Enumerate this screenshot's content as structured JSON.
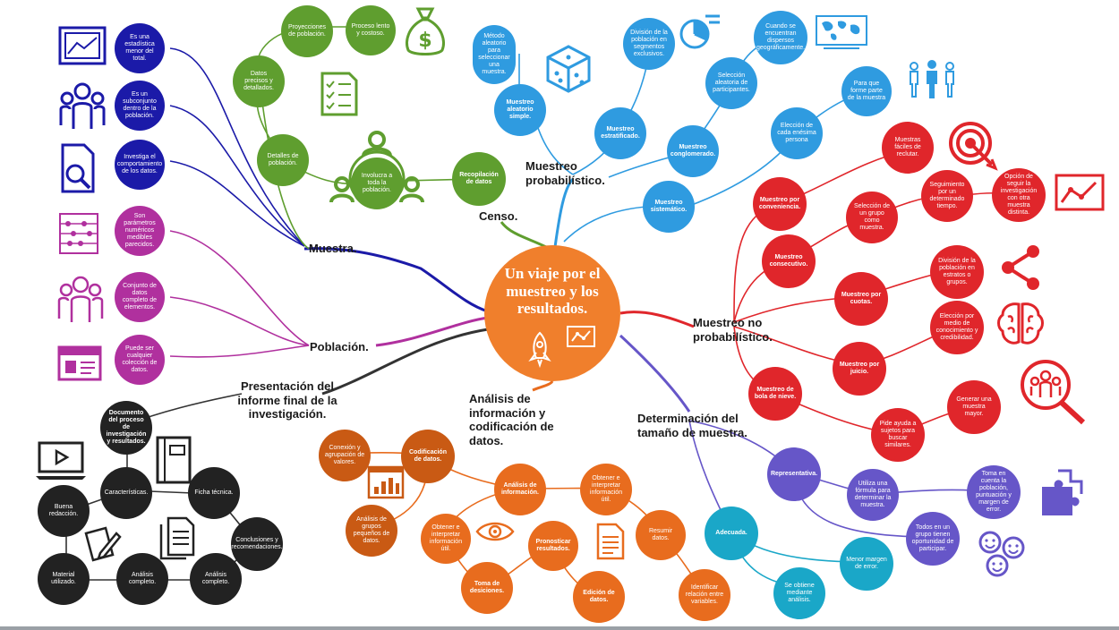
{
  "center": {
    "title": "Un viaje por el muestreo y los resultados."
  },
  "colors": {
    "green": "#5f9e2f",
    "blue": "#2f9be0",
    "red": "#e0262b",
    "navy": "#1b1aa8",
    "magenta": "#b0309e",
    "orange": "#e86c1e",
    "black": "#222222",
    "purple": "#6656c8",
    "teal": "#1aa7c8",
    "center": "#f07f2c"
  },
  "branches": {
    "muestra": "Muestra.",
    "poblacion": "Población.",
    "presentacion": "Presentación del informe final de la investigación.",
    "censo": "Censo.",
    "probabilistico": "Muestreo probabilístico.",
    "no_probabilistico": "Muestreo no probabilístico.",
    "analisis": "Análisis de información y codificación de datos.",
    "tamano": "Determinación del tamaño de muestra."
  },
  "muestra_nodes": [
    "Es una estadística menor del total.",
    "Es un subconjunto dentro de la población.",
    "Investiga el comportamiento de los datos.",
    "Son parámetros numéricos medibles parecidos."
  ],
  "poblacion_nodes": [
    "Conjunto de datos completo de elementos.",
    "Puede ser cualquier colección de datos."
  ],
  "censo_nodes": {
    "proyecciones": "Proyecciones de población.",
    "proceso": "Proceso lento y costoso.",
    "datos_precisos": "Datos precisos y detallados.",
    "detalles": "Detalles de población.",
    "involucra": "Involucra a toda la población.",
    "recopilacion": "Recopilación de datos"
  },
  "prob_nodes": {
    "metodo": "Método aleatorio para seleccionar una muestra.",
    "aleatorio": "Muestreo aleatorio simple.",
    "division": "División de la población en segmentos exclusivos.",
    "estratificado": "Muestreo estratificado.",
    "dispersos": "Cuando se encuentran dispersos geográficamente.",
    "seleccion": "Selección aleatoria de participantes.",
    "conglomerado": "Muestreo conglomerado.",
    "para_que": "Para que forme parte de la muestra",
    "eleccion": "Elección de cada enésima persona",
    "sistematico": "Muestreo sistemático."
  },
  "noprob_nodes": {
    "faciles": "Muestras fáciles de reclutar.",
    "conveniencia": "Muestreo por conveniencia.",
    "seguimiento": "Seguimiento por un determinado tiempo.",
    "opcion": "Opción de seguir la investigación con otra muestra distinta.",
    "seleccion_grupo": "Selección de un grupo como muestra.",
    "consecutivo": "Muestreo consecutivo.",
    "division_estratos": "División de la población en estratos o grupos.",
    "cuotas": "Muestreo por cuotas.",
    "eleccion_medio": "Elección por medio de conocimiento y credibilidad.",
    "juicio": "Muestreo por juicio.",
    "bola": "Muestreo de bola de nieve.",
    "generar": "Generar una muestra mayor.",
    "pide": "Pide ayuda a sujetos para buscar similares."
  },
  "tamano_nodes": {
    "representativa": "Representativa.",
    "formula": "Utiliza una fórmula para determinar la muestra.",
    "toma_cuenta": "Toma en cuenta la población, puntuación y margen de error.",
    "todos": "Todos en un grupo tienen oportunidad de participar.",
    "adecuada": "Adecuada.",
    "menor": "Menor margen de error.",
    "se_obtiene": "Se obtiene mediante análisis."
  },
  "analisis_nodes": {
    "conexion": "Conexión y agrupación de valores.",
    "codificacion": "Codificación de datos.",
    "analisis_grupos": "Análisis de grupos pequeños de datos.",
    "analisis_info": "Análisis de información.",
    "obtener_interpretar": "Obtener e interpretar información útil.",
    "obtener_interpretar2": "Obtener e interpretar información útil.",
    "resumir": "Resumir datos.",
    "pronosticar": "Pronosticar resultados.",
    "toma_decisiones": "Toma de desiciones.",
    "edicion": "Edición de datos.",
    "identificar": "Identificar relación entre variables."
  },
  "informe_nodes": {
    "documento": "Documento del proceso de investigación y resultados.",
    "caracteristicas": "Características.",
    "ficha": "Ficha técnica.",
    "buena": "Buena redacción.",
    "conclusiones": "Conclusiones y recomendaciones.",
    "material": "Material utilizado.",
    "analisis1": "Análisis completo.",
    "analisis2": "Análisis completo."
  },
  "icons": [
    "chart-board-icon",
    "people-group-icon",
    "document-search-icon",
    "abacus-icon",
    "people-icon",
    "presentation-icon",
    "money-bag-icon",
    "checklist-icon",
    "people-network-icon",
    "dice-icon",
    "pie-chart-icon",
    "world-map-icon",
    "standing-people-icon",
    "target-icon",
    "line-chart-icon",
    "share-icon",
    "brain-icon",
    "magnifier-people-icon",
    "puzzle-icon",
    "smiley-group-icon",
    "rocket-icon",
    "mini-chart-icon",
    "bar-chart-icon",
    "eye-icon",
    "document-icon",
    "video-laptop-icon",
    "notebook-icon",
    "files-icon",
    "pencil-paper-icon"
  ]
}
